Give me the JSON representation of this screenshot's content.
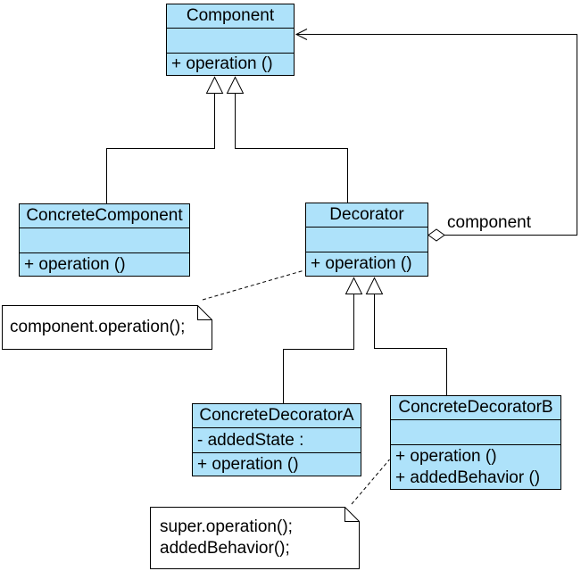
{
  "diagram": {
    "kind": "uml-class-diagram",
    "pattern": "Decorator",
    "background": "#FFFFFF",
    "class_fill": "#AEE2FA",
    "line_color": "#000000"
  },
  "classes": {
    "component": {
      "name": "Component",
      "attributes": [],
      "operations": [
        "+ operation ()"
      ]
    },
    "concrete_component": {
      "name": "ConcreteComponent",
      "attributes": [],
      "operations": [
        "+ operation ()"
      ]
    },
    "decorator": {
      "name": "Decorator",
      "attributes": [],
      "operations": [
        "+ operation ()"
      ]
    },
    "concrete_decorator_a": {
      "name": "ConcreteDecoratorA",
      "attributes": [
        "- addedState :"
      ],
      "operations": [
        "+ operation ()"
      ]
    },
    "concrete_decorator_b": {
      "name": "ConcreteDecoratorB",
      "attributes": [],
      "operations": [
        "+ operation ()",
        "+ addedBehavior ()"
      ]
    }
  },
  "relationships": {
    "aggregation_label": "component"
  },
  "notes": {
    "decorator_note": {
      "lines": [
        "component.operation();"
      ]
    },
    "concrete_decorator_b_note": {
      "lines": [
        "super.operation();",
        "addedBehavior();"
      ]
    }
  }
}
